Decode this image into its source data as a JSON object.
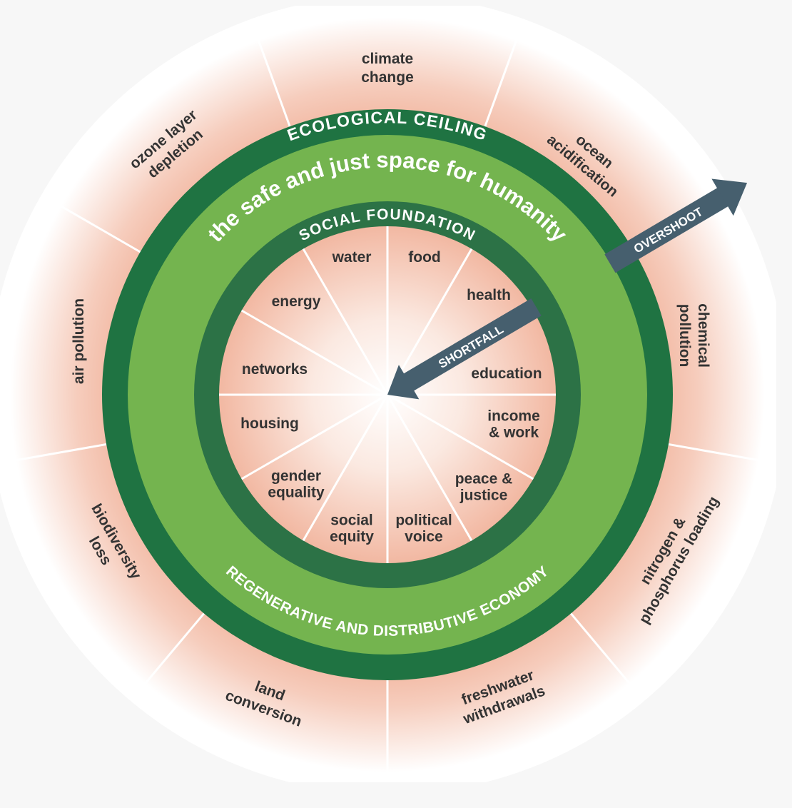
{
  "colors": {
    "ceiling": "#1f7342",
    "safe_space": "#74b44f",
    "foundation": "#2c7246",
    "pink": "#f2b8a2",
    "arrow": "#465f6e",
    "text": "#333333"
  },
  "rings": {
    "ecological_ceiling": "ECOLOGICAL CEILING",
    "safe_space": "the safe and just space for humanity",
    "social_foundation": "SOCIAL FOUNDATION",
    "economy": "REGENERATIVE AND DISTRIBUTIVE ECONOMY"
  },
  "arrows": {
    "overshoot": "OVERSHOOT",
    "shortfall": "SHORTFALL"
  },
  "ecological_ceiling_dimensions": [
    {
      "line1": "climate",
      "line2": "change"
    },
    {
      "line1": "ocean",
      "line2": "acidification"
    },
    {
      "line1": "chemical",
      "line2": "pollution"
    },
    {
      "line1": "nitrogen &",
      "line2": "phosphorus loading"
    },
    {
      "line1": "freshwater",
      "line2": "withdrawals"
    },
    {
      "line1": "land",
      "line2": "conversion"
    },
    {
      "line1": "biodiversity",
      "line2": "loss"
    },
    {
      "line1": "air pollution",
      "line2": ""
    },
    {
      "line1": "ozone layer",
      "line2": "depletion"
    }
  ],
  "social_foundation_dimensions": [
    {
      "line1": "water",
      "line2": ""
    },
    {
      "line1": "food",
      "line2": ""
    },
    {
      "line1": "health",
      "line2": ""
    },
    {
      "line1": "education",
      "line2": ""
    },
    {
      "line1": "income",
      "line2": "& work"
    },
    {
      "line1": "peace &",
      "line2": "justice"
    },
    {
      "line1": "political",
      "line2": "voice"
    },
    {
      "line1": "social",
      "line2": "equity"
    },
    {
      "line1": "gender",
      "line2": "equality"
    },
    {
      "line1": "housing",
      "line2": ""
    },
    {
      "line1": "networks",
      "line2": ""
    },
    {
      "line1": "energy",
      "line2": ""
    }
  ]
}
